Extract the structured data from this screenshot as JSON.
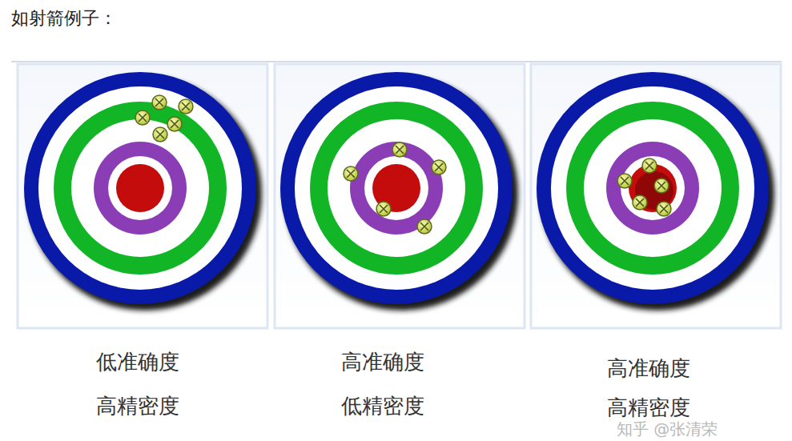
{
  "diagram": {
    "title": "如射箭例子：",
    "labels": [
      "低准确度",
      "高精密度",
      "高准确度",
      "低精密度",
      "高准确度",
      "高精密度",
      "知乎 @张清荣"
    ]
  }
}
